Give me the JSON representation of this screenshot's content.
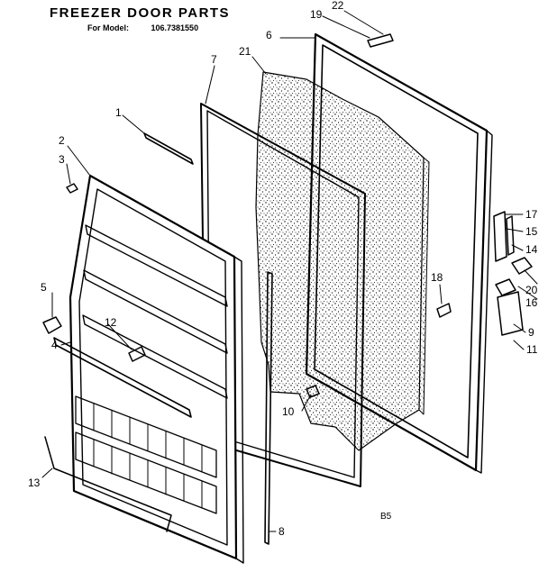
{
  "header": {
    "title": "FREEZER DOOR PARTS",
    "model_label": "For Model:",
    "model_number": "106.7381550"
  },
  "callouts": {
    "c1": "1",
    "c2": "2",
    "c3": "3",
    "c4": "4",
    "c5": "5",
    "c6": "6",
    "c7": "7",
    "c8": "8",
    "c9": "9",
    "c10": "10",
    "c11": "11",
    "c12": "12",
    "c13": "13",
    "c14": "14",
    "c15": "15",
    "c16": "16",
    "c17": "17",
    "c18": "18",
    "c19": "19",
    "c20": "20",
    "c21": "21",
    "c22": "22"
  },
  "diagram_code": "B5",
  "colors": {
    "ink": "#000000",
    "paper": "#ffffff"
  }
}
